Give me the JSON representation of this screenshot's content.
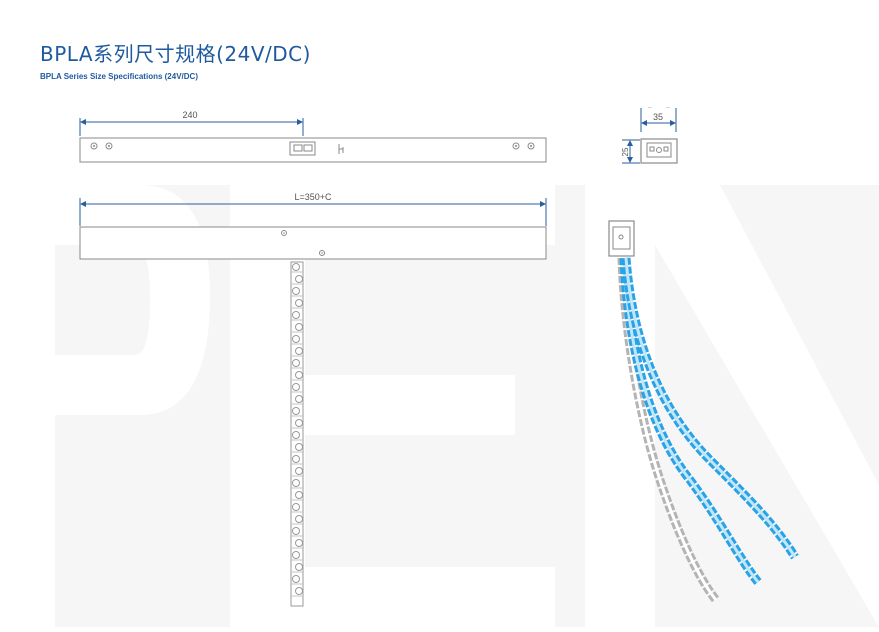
{
  "header": {
    "title_cn": "BPLA系列尺寸规格(24V/DC)",
    "title_en": "BPLA Series Size Specifications (24V/DC)"
  },
  "dimensions": {
    "top_length": "240",
    "full_length": "L=350+C",
    "side_width": "35",
    "side_height": "25"
  },
  "colors": {
    "title": "#1f5a9e",
    "dimension_line": "#2a5f9e",
    "outline": "#8a8a8a",
    "chain_blue": "#29a3e6",
    "watermark": "#f6f6f6"
  }
}
